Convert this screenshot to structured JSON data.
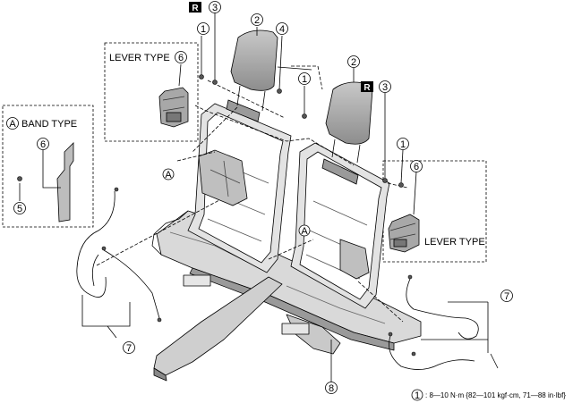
{
  "labels": {
    "lever_type_left": "LEVER TYPE",
    "lever_type_right": "LEVER TYPE",
    "band_type": "BAND TYPE",
    "detail_a": "A"
  },
  "reuse_mark": "R",
  "callouts": {
    "c1": "1",
    "c2": "2",
    "c3": "3",
    "c4": "4",
    "c5": "5",
    "c6": "6",
    "c7": "7",
    "c8": "8"
  },
  "torque_note": {
    "num": "1",
    "text": ": 8—10 N·m {82—101 kgf·cm, 71—88 in·lbf}"
  },
  "colors": {
    "line": "#000000",
    "part_fill": "#d9d9d9",
    "part_dark": "#8c8c8c",
    "headrest": "#bdbdbd"
  }
}
